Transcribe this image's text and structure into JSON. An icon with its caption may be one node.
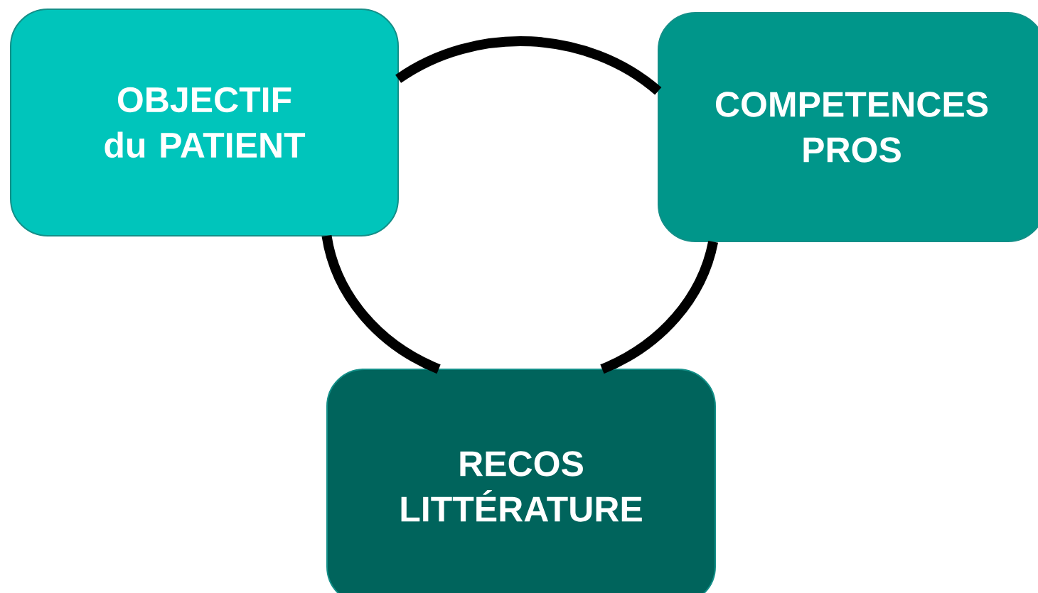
{
  "diagram": {
    "nodes": [
      {
        "text": [
          "OBJECTIF du PATIENT"
        ]
      },
      {
        "text": [
          "COMPETENCES PROS"
        ]
      },
      {
        "text": [
          "RECOS LITTÉRATURE"
        ]
      }
    ],
    "edges": [
      {
        "from": 0,
        "to": 1,
        "arrow": "none"
      },
      {
        "from": 1,
        "to": 2,
        "arrow": "none"
      },
      {
        "from": 2,
        "to": 0,
        "arrow": "none"
      }
    ]
  }
}
